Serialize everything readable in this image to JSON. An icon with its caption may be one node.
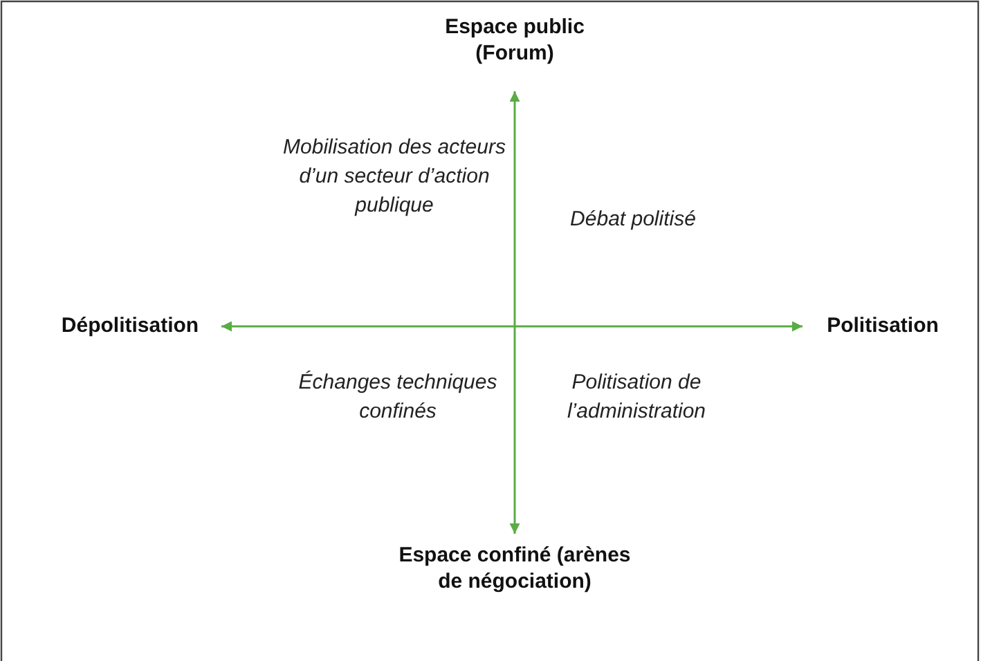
{
  "diagram": {
    "nodes": [
      {
        "text": [
          "Espace public (Forum)"
        ]
      },
      {
        "text": [
          "Espace confiné (arènes de négociation)"
        ]
      },
      {
        "text": [
          "Dépolitisation"
        ]
      },
      {
        "text": [
          "Politisation"
        ]
      }
    ],
    "edges": [
      {
        "from": 2,
        "to": 3,
        "arrow": "both"
      },
      {
        "from": 0,
        "to": 1,
        "arrow": "both"
      }
    ],
    "labels": [
      "Mobilisation des acteurs d’un secteur d’action publique",
      "Débat politisé",
      "Échanges techniques confinés",
      "Politisation de l’administration"
    ]
  }
}
